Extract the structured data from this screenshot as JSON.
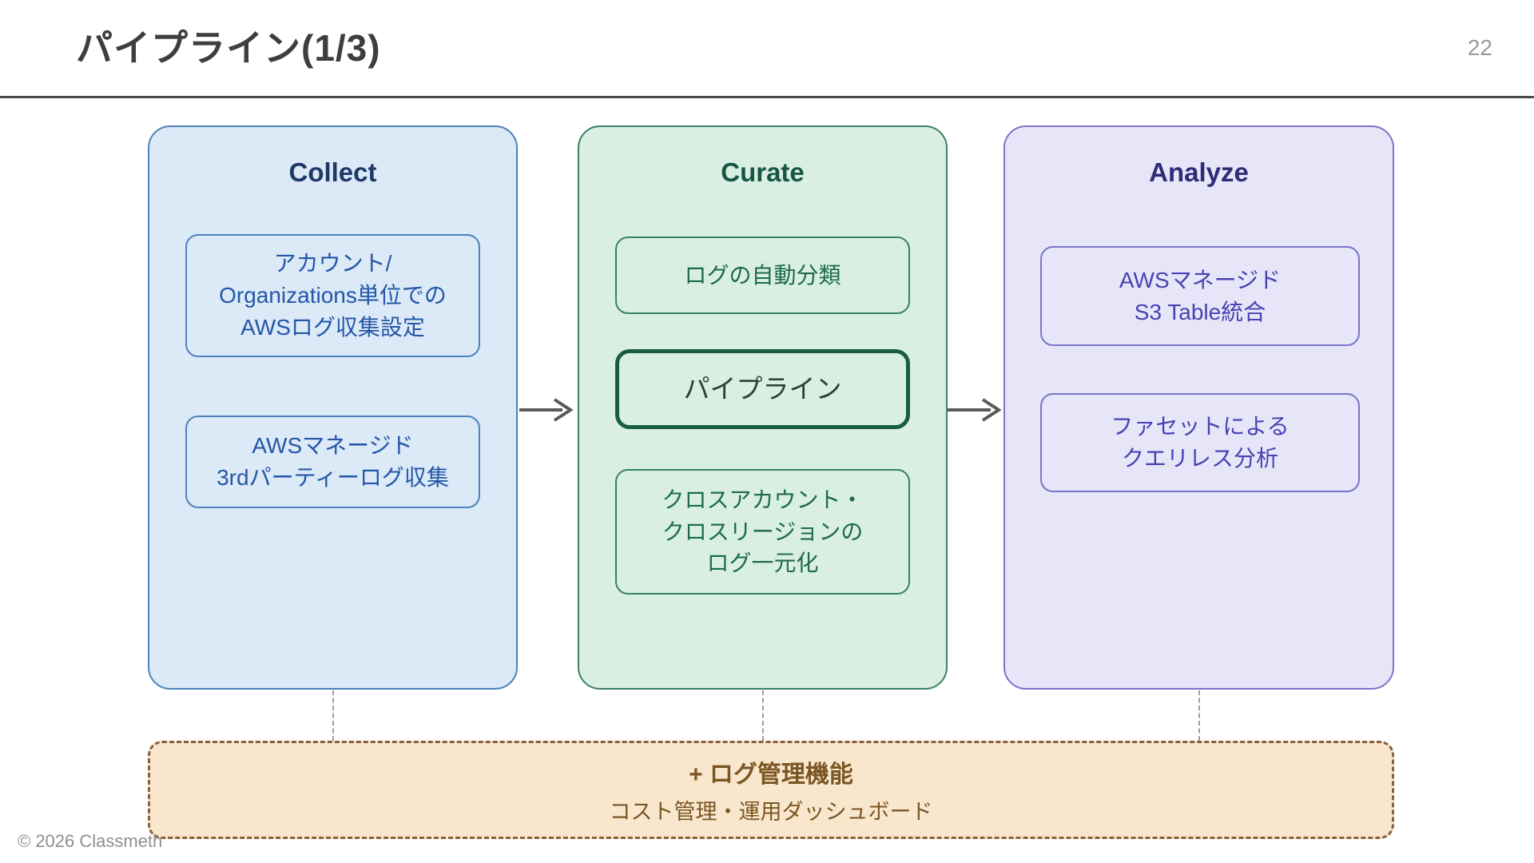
{
  "slide": {
    "title": "パイプライン(1/3)",
    "page_number": "22",
    "copyright": "© 2026 Classmeth"
  },
  "columns": [
    {
      "header": "Collect",
      "items": [
        {
          "lines": [
            "アカウント/",
            "Organizations単位での",
            "AWSログ収集設定"
          ]
        },
        {
          "lines": [
            "AWSマネージド",
            "3rdパーティーログ収集"
          ]
        }
      ]
    },
    {
      "header": "Curate",
      "items": [
        {
          "lines": [
            "ログの自動分類"
          ]
        },
        {
          "lines": [
            "パイプライン"
          ],
          "emphasis": true
        },
        {
          "lines": [
            "クロスアカウント・",
            "クロスリージョンの",
            "ログ一元化"
          ]
        }
      ]
    },
    {
      "header": "Analyze",
      "items": [
        {
          "lines": [
            "AWSマネージド",
            "S3 Table統合"
          ]
        },
        {
          "lines": [
            "ファセットによる",
            "クエリレス分析"
          ]
        }
      ]
    }
  ],
  "bottom_box": {
    "title": "+ ログ管理機能",
    "subtitle": "コスト管理・運用ダッシュボード"
  },
  "colors": {
    "collect_fill": "#dce9f7",
    "collect_border": "#4d81bb",
    "collect_text": "#2457a8",
    "curate_fill": "#d9efe4",
    "curate_border": "#3a8161",
    "curate_text": "#1d6b49",
    "curate_emphasis_border": "#1a5c42",
    "analyze_fill": "#e7e6f9",
    "analyze_border": "#7b74ca",
    "analyze_text": "#4a41b2",
    "bottom_fill": "#f9e7cd",
    "bottom_border": "#8a6239",
    "bottom_text": "#7a5623",
    "arrow": "#595959"
  }
}
